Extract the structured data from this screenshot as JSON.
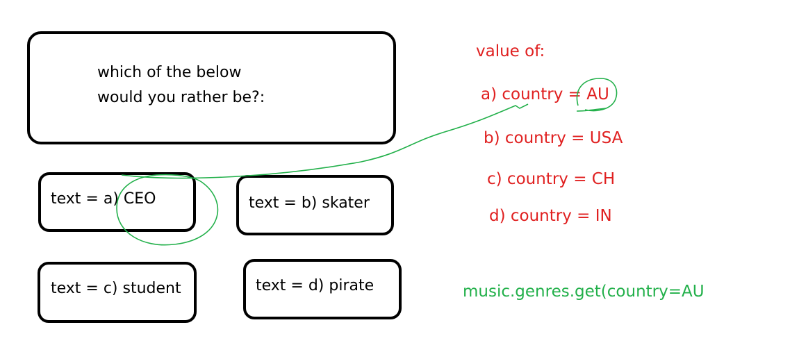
{
  "question": {
    "line1": "which of the below",
    "line2": "would you rather be?:"
  },
  "options": [
    {
      "label": "text = a) CEO"
    },
    {
      "label": "text = b) skater"
    },
    {
      "label": "text = c) student"
    },
    {
      "label": "text = d) pirate"
    }
  ],
  "values": {
    "title": "value of:",
    "items": [
      {
        "label": "a) country = AU"
      },
      {
        "label": "b) country = USA"
      },
      {
        "label": "c) country = CH"
      },
      {
        "label": "d) country = IN"
      }
    ]
  },
  "code": {
    "call": "music.genres.get(country=AU"
  },
  "colors": {
    "text": "#000000",
    "value_text": "#e02020",
    "annotation": "#22b04a"
  }
}
